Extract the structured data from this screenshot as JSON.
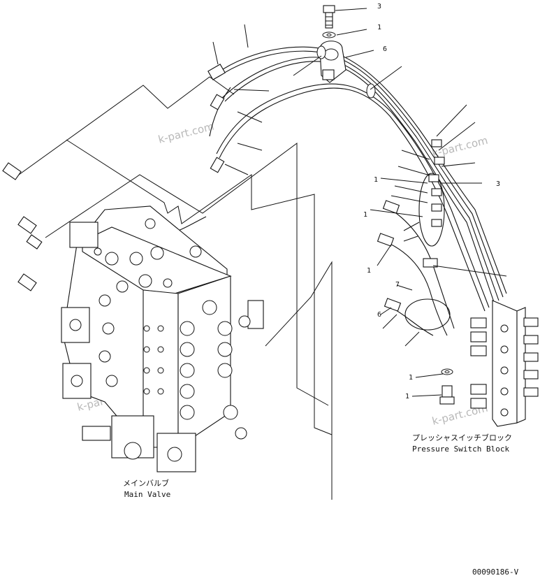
{
  "captions": {
    "main_valve_jp": "メインバルブ",
    "main_valve_en": "Main Valve",
    "pressure_block_jp": "プレッシャスイッチブロック",
    "pressure_block_en": "Pressure Switch Block"
  },
  "drawing_code": "00090186-V",
  "watermark": "k-part.com",
  "part_numbers": {
    "bolt_top": "3",
    "washer_top": "1",
    "clamp": "6",
    "ref_right": "3",
    "label_l1": "1",
    "label_l2": "1",
    "label_l3": "1",
    "label_l4": "7",
    "label_l5": "6",
    "washer_bottom": "1",
    "bolt_bottom": "1"
  }
}
